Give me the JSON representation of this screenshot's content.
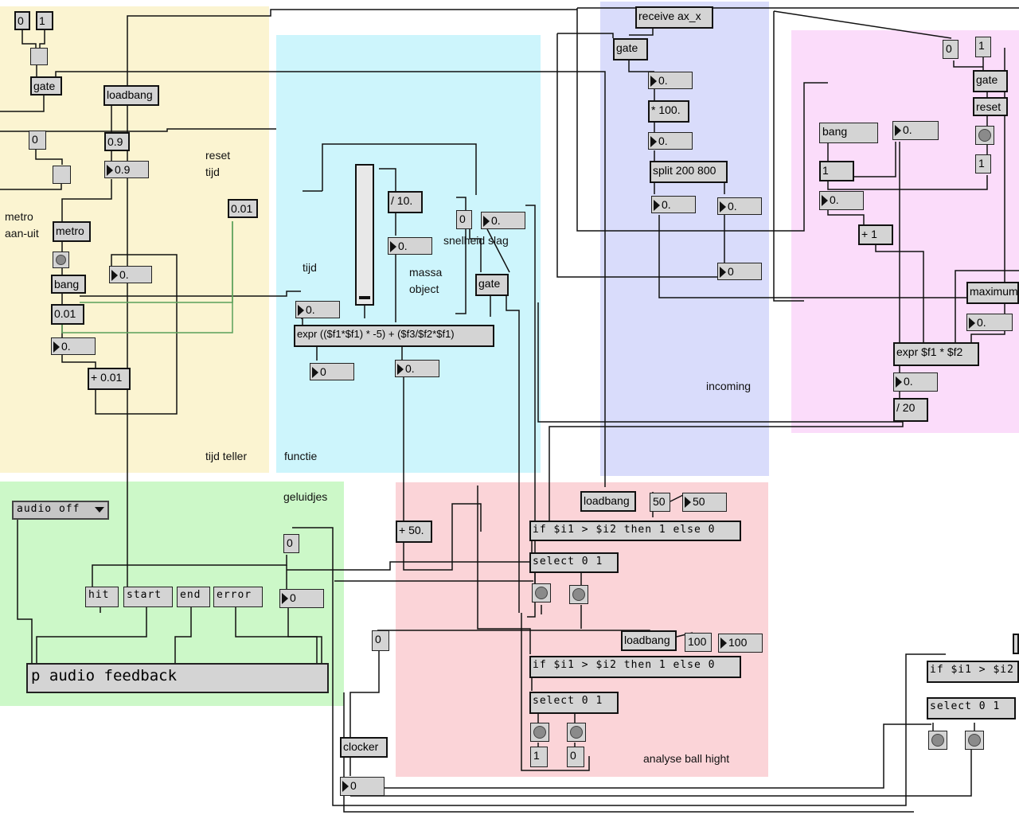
{
  "panels": [
    {
      "id": "tijd-teller",
      "color": "#fbf4d1",
      "label": "tijd teller"
    },
    {
      "id": "functie",
      "color": "#cdf5fc",
      "label": "functie"
    },
    {
      "id": "incoming",
      "color": "#d9dcfb",
      "label": "incoming"
    },
    {
      "id": "pink",
      "color": "#fbdcfa",
      "label": ""
    },
    {
      "id": "geluidjes",
      "color": "#ccf8c8",
      "label": "geluidjes"
    },
    {
      "id": "analyse",
      "color": "#fbd4d8",
      "label": "analyse ball hight"
    }
  ],
  "comments": {
    "reset": "reset",
    "tijd_r": "tijd",
    "metro": "metro",
    "aan_uit": "aan-uit",
    "tijd_f": "tijd",
    "massa": "massa",
    "object": "object",
    "snelheid": "snelheid slag"
  },
  "objects": {
    "o0": "0",
    "o1": "1",
    "gate1": "gate",
    "loadbang1": "loadbang",
    "n0a": "0",
    "v09": "0.9",
    "f09": "0.9",
    "v001": "0.01",
    "metro": "metro",
    "bang": "bang",
    "f0a": "0.",
    "m001": "0.01",
    "f0b": "0.",
    "plus001": "+ 0.01",
    "div10": "/ 10.",
    "f0c": "0.",
    "n0b": "0",
    "f0d": "0.",
    "gate2": "gate",
    "f0e": "0.",
    "expr1": "expr (($f1*$f1) * -5) + ($f3/$f2*$f1)",
    "f0f": "0",
    "f0g": "0.",
    "receive": "receive ax_x",
    "gate3": "gate",
    "f0h": "0.",
    "mul100": "* 100.",
    "f0i": "0.",
    "split": "split 200 800",
    "f0j": "0.",
    "f0k": "0.",
    "f0l": "0",
    "n0c": "0",
    "n1c": "1",
    "gate4": "gate",
    "reset": "reset",
    "n1d": "1",
    "bang2": "bang",
    "f0m": "0.",
    "n1e": "1",
    "f0n": "0.",
    "plus1": "+ 1",
    "maximum": "maximum",
    "f0o": "0.",
    "expr2": "expr $f1 * $f2",
    "f0p": "0.",
    "div20": "/ 20",
    "audiooff": "audio off",
    "n0d": "0",
    "hit": "hit",
    "start": "start",
    "end": "end",
    "error": "error",
    "f0q": "0",
    "paudio": "p audio feedback",
    "loadbang2": "loadbang",
    "n50": "50",
    "f50": "50",
    "if1": "if $i1 > $i2 then 1 else 0",
    "sel1": "select 0 1",
    "plus50": "+ 50.",
    "n0e": "0",
    "loadbang3": "loadbang",
    "n100": "100",
    "f100": "100",
    "if2": "if $i1 > $i2 then 1 else 0",
    "sel2": "select 0 1",
    "n1f": "1",
    "n0f": "0",
    "clocker": "clocker",
    "f0r": "0",
    "if3": "if $i1 > $i2",
    "sel3": "select 0 1"
  }
}
